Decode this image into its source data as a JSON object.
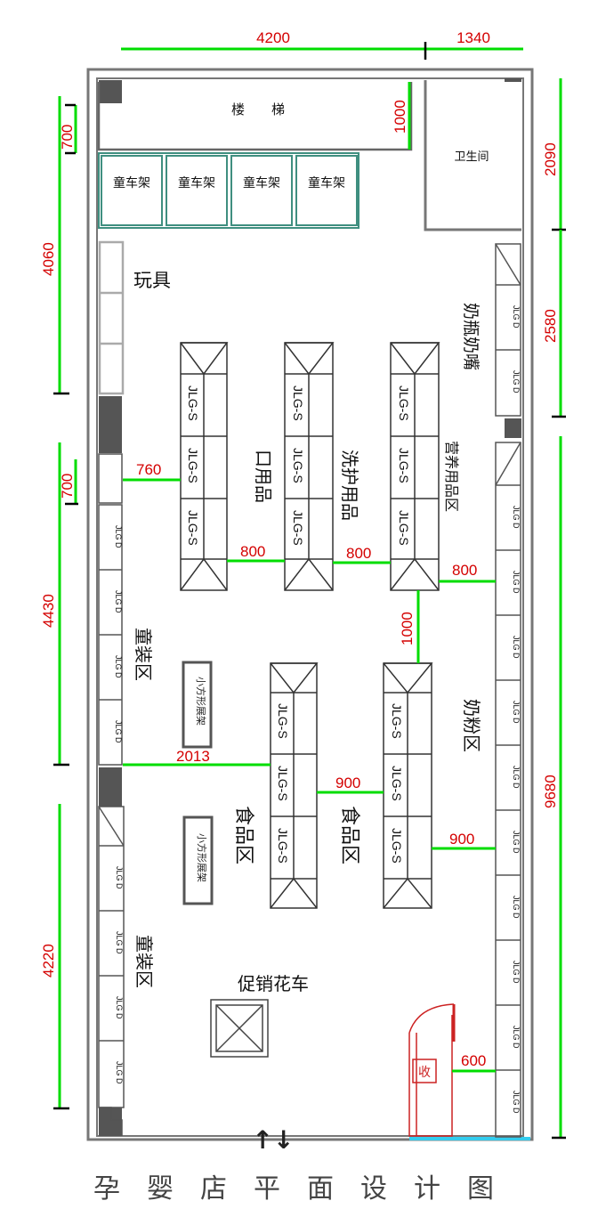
{
  "title": "孕婴店平面设计图",
  "dimensions": {
    "top_left": "4200",
    "top_right": "1340",
    "left_1": "700",
    "left_2": "4060",
    "left_3": "700",
    "left_4": "4430",
    "left_5": "4220",
    "right_1": "2090",
    "right_2": "2580",
    "right_3": "9680",
    "stair_gap": "1000",
    "gap_760": "760",
    "gap_800_a": "800",
    "gap_800_b": "800",
    "gap_800_c": "800",
    "gap_1000": "1000",
    "gap_2013": "2013",
    "gap_900_a": "900",
    "gap_900_b": "900",
    "gap_600": "600"
  },
  "rooms": {
    "stairs": "楼　　梯",
    "toilet": "卫生间"
  },
  "stroller_racks": [
    "童车架",
    "童车架",
    "童车架",
    "童车架"
  ],
  "zones": {
    "toys": "玩具",
    "oral": "口用品",
    "care": "洗护用品",
    "nutrition": "营养用品区",
    "bottles": "奶瓶奶嘴",
    "milk_powder": "奶粉区",
    "clothing_upper": "童装区",
    "clothing_lower": "童装区",
    "food_left": "食品区",
    "food_right": "食品区",
    "promo_cart": "促销花车"
  },
  "shelf_codes": {
    "center": "JLG-S",
    "wall": "JLG D"
  },
  "stands": [
    "小方形展架",
    "小方形展架"
  ],
  "cashier": "收",
  "entry_arrows": "↑↓"
}
